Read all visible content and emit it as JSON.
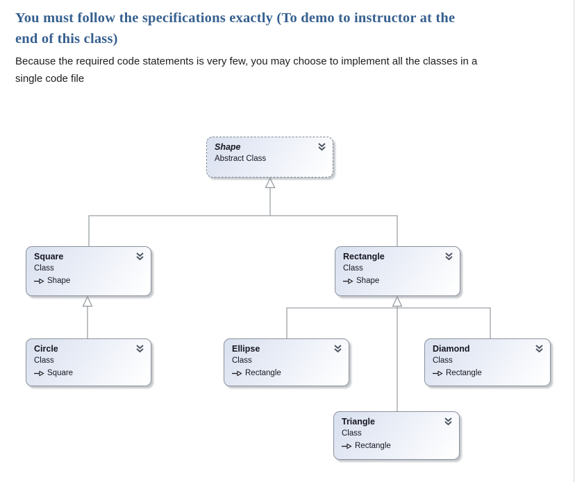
{
  "header": {
    "title_lines": [
      "You must follow the specifications exactly (To demo to instructor at the",
      "end of this class)"
    ],
    "body_lines": [
      "Because the required code statements is very few, you may choose to implement all the classes in a",
      "single code file"
    ]
  },
  "diagram": {
    "nodes": [
      {
        "id": "shape",
        "name": "Shape",
        "kind": "Abstract Class",
        "base": "",
        "abstract": true
      },
      {
        "id": "square",
        "name": "Square",
        "kind": "Class",
        "base": "Shape",
        "abstract": false
      },
      {
        "id": "rectangle",
        "name": "Rectangle",
        "kind": "Class",
        "base": "Shape",
        "abstract": false
      },
      {
        "id": "circle",
        "name": "Circle",
        "kind": "Class",
        "base": "Square",
        "abstract": false
      },
      {
        "id": "ellipse",
        "name": "Ellipse",
        "kind": "Class",
        "base": "Rectangle",
        "abstract": false
      },
      {
        "id": "diamond",
        "name": "Diamond",
        "kind": "Class",
        "base": "Rectangle",
        "abstract": false
      },
      {
        "id": "triangle",
        "name": "Triangle",
        "kind": "Class",
        "base": "Rectangle",
        "abstract": false
      }
    ],
    "edges": [
      {
        "from": "Square",
        "to": "Shape"
      },
      {
        "from": "Rectangle",
        "to": "Shape"
      },
      {
        "from": "Circle",
        "to": "Square"
      },
      {
        "from": "Ellipse",
        "to": "Rectangle"
      },
      {
        "from": "Diamond",
        "to": "Rectangle"
      },
      {
        "from": "Triangle",
        "to": "Rectangle"
      }
    ],
    "icons": {
      "collapse": "chevron-double-down",
      "inheritance": "hollow-arrow-right"
    },
    "colors": {
      "heading": "#36608f",
      "body_text": "#1c1c1c",
      "node_border": "#8a919b",
      "node_fill_start": "#d9e0ef",
      "node_fill_end": "#ffffff",
      "node_text": "#15151f",
      "connector": "#9aa0a6",
      "chevron": "#4d5562"
    }
  }
}
